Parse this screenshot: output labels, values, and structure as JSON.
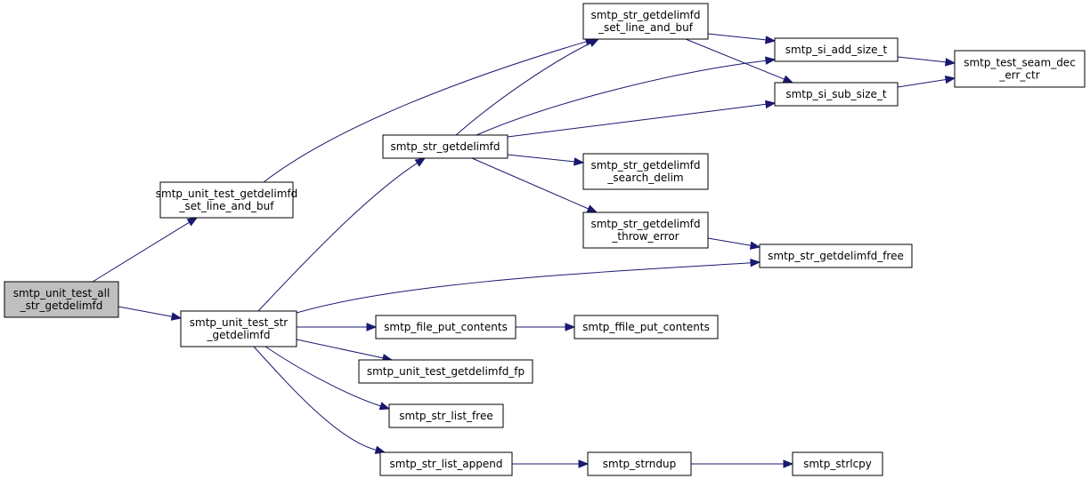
{
  "graph": {
    "nodes": [
      {
        "id": "n0",
        "name": "node-smtp-unit-test-all-str-getdelimfd",
        "lines": [
          "smtp_unit_test_all",
          "_str_getdelimfd"
        ],
        "root": true
      },
      {
        "id": "n1",
        "name": "node-smtp-unit-test-getdelimfd-set-line-and-buf",
        "lines": [
          "smtp_unit_test_getdelimfd",
          "_set_line_and_buf"
        ]
      },
      {
        "id": "n2",
        "name": "node-smtp-unit-test-str-getdelimfd",
        "lines": [
          "smtp_unit_test_str",
          "_getdelimfd"
        ]
      },
      {
        "id": "n3",
        "name": "node-smtp-str-getdelimfd",
        "lines": [
          "smtp_str_getdelimfd"
        ]
      },
      {
        "id": "n4",
        "name": "node-smtp-str-getdelimfd-set-line-and-buf",
        "lines": [
          "smtp_str_getdelimfd",
          "_set_line_and_buf"
        ]
      },
      {
        "id": "n5",
        "name": "node-smtp-str-getdelimfd-search-delim",
        "lines": [
          "smtp_str_getdelimfd",
          "_search_delim"
        ]
      },
      {
        "id": "n6",
        "name": "node-smtp-str-getdelimfd-throw-error",
        "lines": [
          "smtp_str_getdelimfd",
          "_throw_error"
        ]
      },
      {
        "id": "n7",
        "name": "node-smtp-si-add-size-t",
        "lines": [
          "smtp_si_add_size_t"
        ]
      },
      {
        "id": "n8",
        "name": "node-smtp-si-sub-size-t",
        "lines": [
          "smtp_si_sub_size_t"
        ]
      },
      {
        "id": "n9",
        "name": "node-smtp-test-seam-dec-err-ctr",
        "lines": [
          "smtp_test_seam_dec",
          "_err_ctr"
        ]
      },
      {
        "id": "n10",
        "name": "node-smtp-str-getdelimfd-free",
        "lines": [
          "smtp_str_getdelimfd_free"
        ]
      },
      {
        "id": "n11",
        "name": "node-smtp-file-put-contents",
        "lines": [
          "smtp_file_put_contents"
        ]
      },
      {
        "id": "n12",
        "name": "node-smtp-ffile-put-contents",
        "lines": [
          "smtp_ffile_put_contents"
        ]
      },
      {
        "id": "n13",
        "name": "node-smtp-unit-test-getdelimfd-fp",
        "lines": [
          "smtp_unit_test_getdelimfd_fp"
        ]
      },
      {
        "id": "n14",
        "name": "node-smtp-str-list-free",
        "lines": [
          "smtp_str_list_free"
        ]
      },
      {
        "id": "n15",
        "name": "node-smtp-str-list-append",
        "lines": [
          "smtp_str_list_append"
        ]
      },
      {
        "id": "n16",
        "name": "node-smtp-strndup",
        "lines": [
          "smtp_strndup"
        ]
      },
      {
        "id": "n17",
        "name": "node-smtp-strlcpy",
        "lines": [
          "smtp_strlcpy"
        ]
      }
    ],
    "edges": [
      {
        "from": "n0",
        "to": "n1"
      },
      {
        "from": "n0",
        "to": "n2"
      },
      {
        "from": "n1",
        "to": "n4"
      },
      {
        "from": "n2",
        "to": "n3"
      },
      {
        "from": "n2",
        "to": "n10"
      },
      {
        "from": "n2",
        "to": "n11"
      },
      {
        "from": "n2",
        "to": "n13"
      },
      {
        "from": "n2",
        "to": "n14"
      },
      {
        "from": "n2",
        "to": "n15"
      },
      {
        "from": "n3",
        "to": "n4"
      },
      {
        "from": "n3",
        "to": "n7"
      },
      {
        "from": "n3",
        "to": "n8"
      },
      {
        "from": "n3",
        "to": "n5"
      },
      {
        "from": "n3",
        "to": "n6"
      },
      {
        "from": "n4",
        "to": "n7"
      },
      {
        "from": "n4",
        "to": "n8"
      },
      {
        "from": "n7",
        "to": "n9"
      },
      {
        "from": "n8",
        "to": "n9"
      },
      {
        "from": "n6",
        "to": "n10"
      },
      {
        "from": "n11",
        "to": "n12"
      },
      {
        "from": "n15",
        "to": "n16"
      },
      {
        "from": "n16",
        "to": "n17"
      }
    ],
    "colors": {
      "edge": "#191970",
      "root_fill": "#bfbfbf",
      "node_fill": "#ffffff",
      "node_stroke": "#000000"
    }
  }
}
